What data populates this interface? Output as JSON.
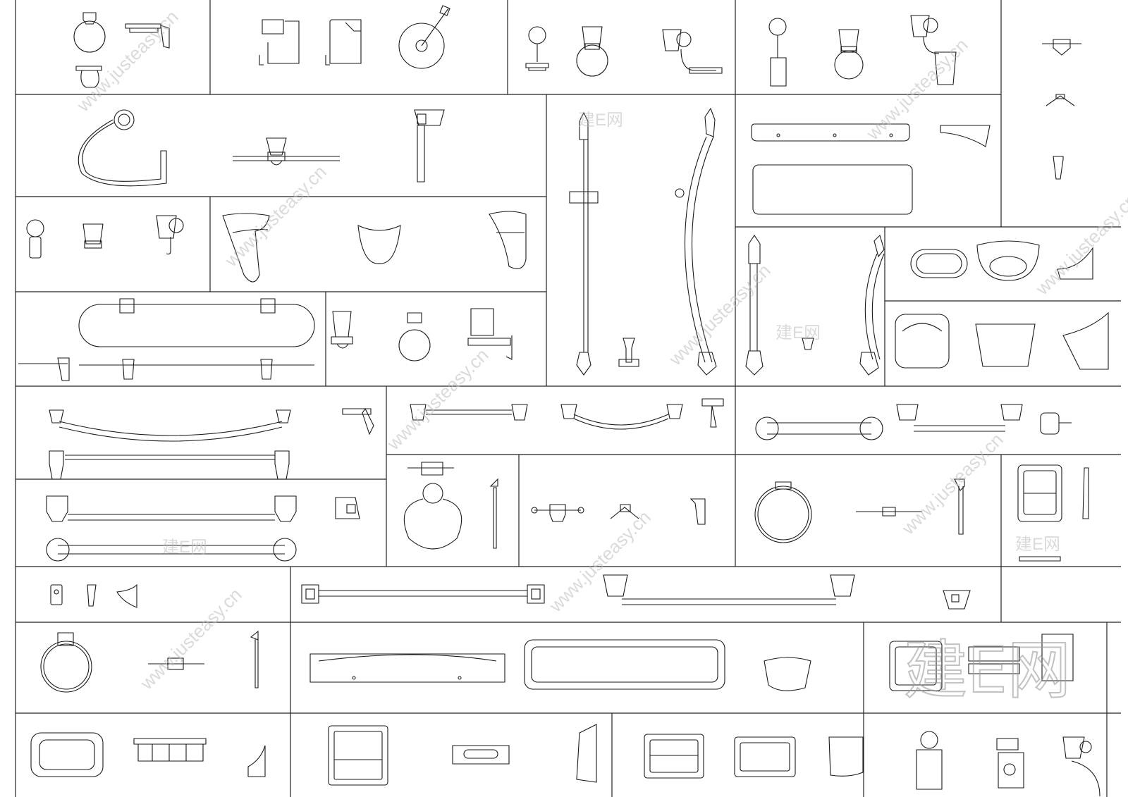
{
  "drawing": {
    "description_note": "",
    "watermark_text": "www.justeasy.cn",
    "watermark_brand": "建E网",
    "logo_text": "建E网"
  }
}
